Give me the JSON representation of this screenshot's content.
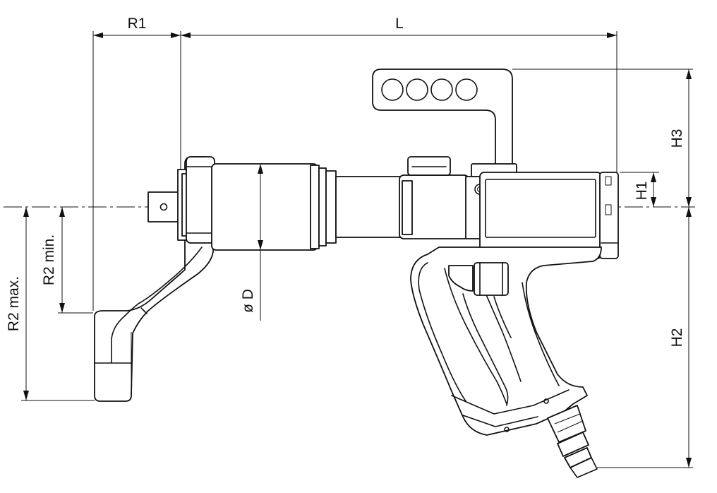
{
  "dimensions": {
    "R1": "R1",
    "L": "L",
    "H1": "H1",
    "H2": "H2",
    "H3": "H3",
    "R2_min": "R2 min.",
    "R2_max": "R2 max.",
    "D": "ø D"
  }
}
